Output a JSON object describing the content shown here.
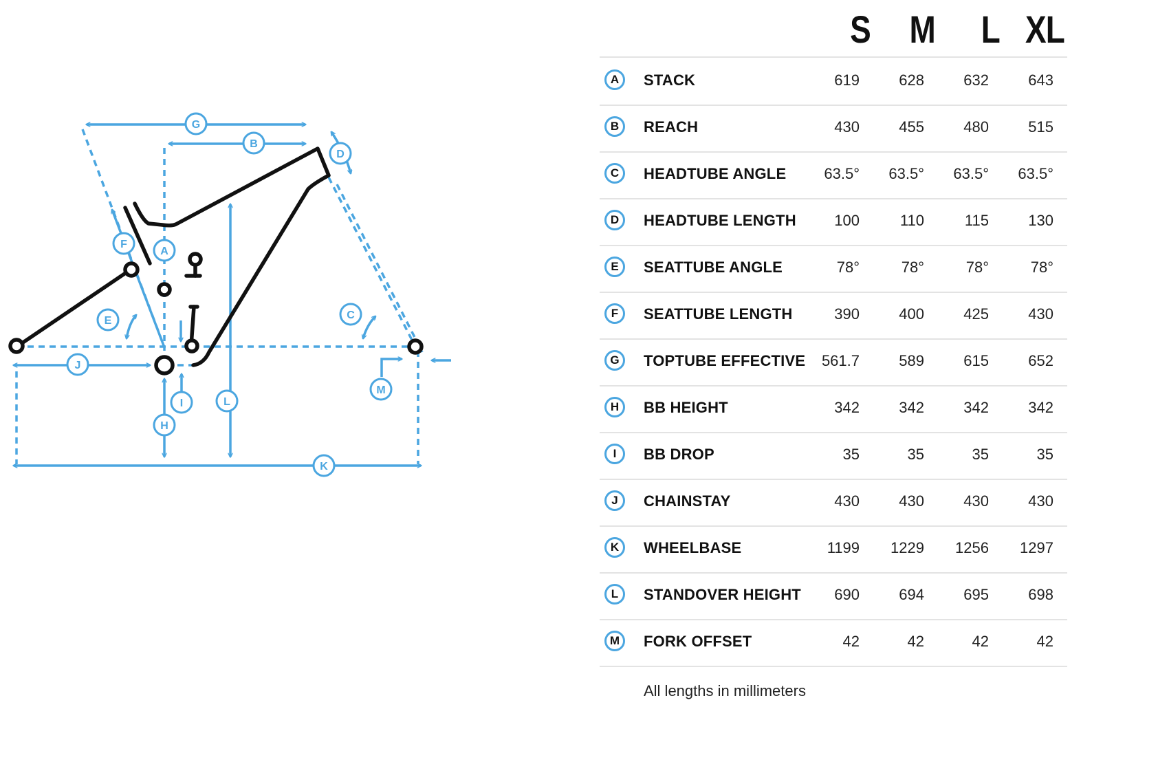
{
  "sizes": [
    "S",
    "M",
    "L",
    "XL"
  ],
  "rows": [
    {
      "letter": "A",
      "name": "STACK",
      "values": [
        "619",
        "628",
        "632",
        "643"
      ]
    },
    {
      "letter": "B",
      "name": "REACH",
      "values": [
        "430",
        "455",
        "480",
        "515"
      ]
    },
    {
      "letter": "C",
      "name": "HEADTUBE ANGLE",
      "values": [
        "63.5°",
        "63.5°",
        "63.5°",
        "63.5°"
      ]
    },
    {
      "letter": "D",
      "name": "HEADTUBE LENGTH",
      "values": [
        "100",
        "110",
        "115",
        "130"
      ]
    },
    {
      "letter": "E",
      "name": "SEATTUBE ANGLE",
      "values": [
        "78°",
        "78°",
        "78°",
        "78°"
      ]
    },
    {
      "letter": "F",
      "name": "SEATTUBE LENGTH",
      "values": [
        "390",
        "400",
        "425",
        "430"
      ]
    },
    {
      "letter": "G",
      "name": "TOPTUBE EFFECTIVE",
      "values": [
        "561.7",
        "589",
        "615",
        "652"
      ]
    },
    {
      "letter": "H",
      "name": "BB HEIGHT",
      "values": [
        "342",
        "342",
        "342",
        "342"
      ]
    },
    {
      "letter": "I",
      "name": "BB DROP",
      "values": [
        "35",
        "35",
        "35",
        "35"
      ]
    },
    {
      "letter": "J",
      "name": "CHAINSTAY",
      "values": [
        "430",
        "430",
        "430",
        "430"
      ]
    },
    {
      "letter": "K",
      "name": "WHEELBASE",
      "values": [
        "1199",
        "1229",
        "1256",
        "1297"
      ]
    },
    {
      "letter": "L",
      "name": "STANDOVER HEIGHT",
      "values": [
        "690",
        "694",
        "695",
        "698"
      ]
    },
    {
      "letter": "M",
      "name": "FORK OFFSET",
      "values": [
        "42",
        "42",
        "42",
        "42"
      ]
    }
  ],
  "footnote": "All lengths in millimeters",
  "diagram": {
    "labels": {
      "A": "A",
      "B": "B",
      "C": "C",
      "D": "D",
      "E": "E",
      "F": "F",
      "G": "G",
      "H": "H",
      "I": "I",
      "J": "J",
      "K": "K",
      "L": "L",
      "M": "M"
    }
  },
  "colors": {
    "accent": "#4ba6e0",
    "frame": "#111111",
    "divider": "#e3e3e3"
  }
}
